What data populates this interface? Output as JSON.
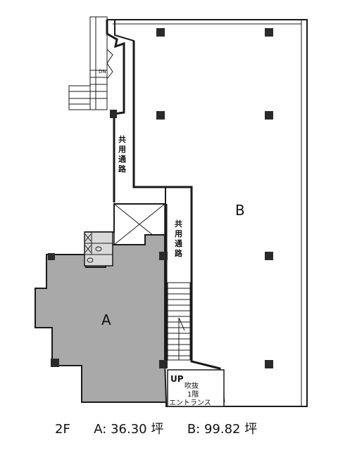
{
  "floor_plan": {
    "unit_a_label": "A",
    "unit_b_label": "B",
    "corridor_upper": [
      "共",
      "用",
      "通",
      "路"
    ],
    "corridor_lower": [
      "共",
      "用",
      "通",
      "路"
    ],
    "stair_down_label": "DN",
    "stair_up_label": "UP",
    "void_label_1": "吹抜",
    "void_label_2": "1階",
    "void_label_3": "エントランス",
    "unit_a_fill_color": "#a9a9a9",
    "line_color": "#1a1a1a",
    "column_color": "#2a2a2a"
  },
  "caption": {
    "floor": "2F",
    "a_label": "A:",
    "a_area": "36.30 坪",
    "b_label": "B:",
    "b_area": "99.82 坪"
  }
}
